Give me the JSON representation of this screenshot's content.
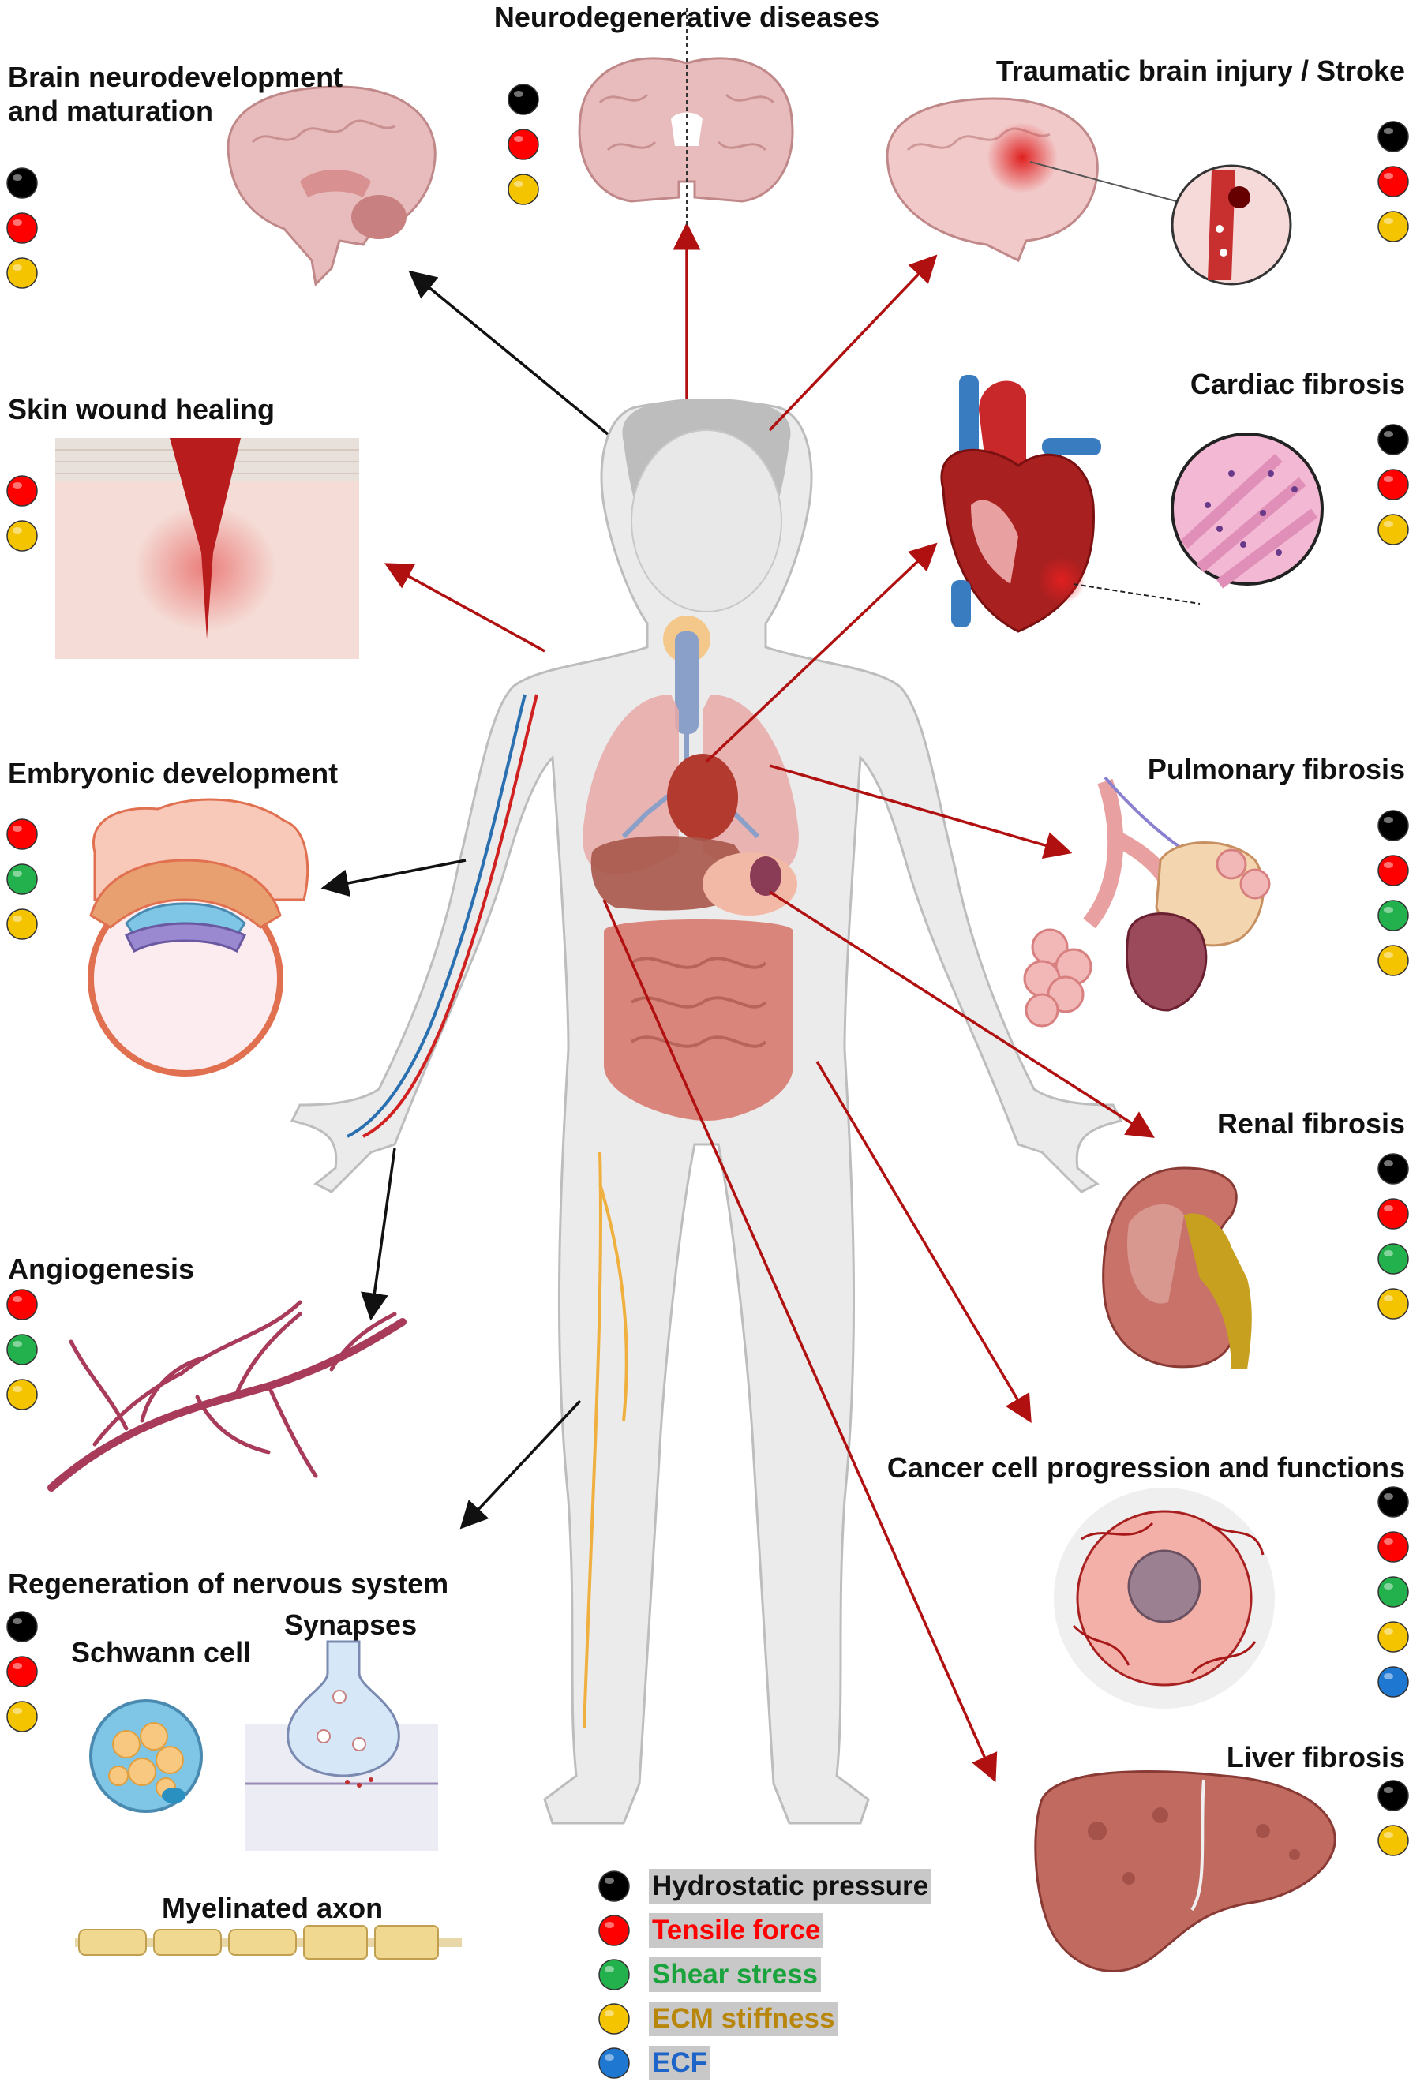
{
  "colors": {
    "hydrostatic": "#000000",
    "tensile": "#ff0000",
    "shear": "#22b14c",
    "stiffness": "#f5c400",
    "ecf": "#1e78d2",
    "arrow_red": "#b01010",
    "arrow_black": "#111111"
  },
  "legend": [
    {
      "key": "hydrostatic",
      "label": "Hydrostatic pressure",
      "text_color": "#111111"
    },
    {
      "key": "tensile",
      "label": "Tensile force",
      "text_color": "#ff0000"
    },
    {
      "key": "shear",
      "label": "Shear stress",
      "text_color": "#1aa33c"
    },
    {
      "key": "stiffness",
      "label": "ECM stiffness",
      "text_color": "#b8860b"
    },
    {
      "key": "ecf",
      "label": "ECF",
      "text_color": "#1e64c8"
    }
  ],
  "panels": [
    {
      "id": "neurodegenerative",
      "label": "Neurodegenerative diseases",
      "forces": [
        "hydrostatic",
        "tensile",
        "stiffness"
      ]
    },
    {
      "id": "neurodevelopment",
      "label": "Brain neurodevelopment\nand maturation",
      "forces": [
        "hydrostatic",
        "tensile",
        "stiffness"
      ]
    },
    {
      "id": "tbi",
      "label": "Traumatic brain injury / Stroke",
      "forces": [
        "hydrostatic",
        "tensile",
        "stiffness"
      ]
    },
    {
      "id": "skin",
      "label": "Skin wound healing",
      "forces": [
        "tensile",
        "stiffness"
      ]
    },
    {
      "id": "cardiac",
      "label": "Cardiac fibrosis",
      "forces": [
        "hydrostatic",
        "tensile",
        "stiffness"
      ]
    },
    {
      "id": "embryonic",
      "label": "Embryonic development",
      "forces": [
        "tensile",
        "shear",
        "stiffness"
      ]
    },
    {
      "id": "pulmonary",
      "label": "Pulmonary fibrosis",
      "forces": [
        "hydrostatic",
        "tensile",
        "shear",
        "stiffness"
      ]
    },
    {
      "id": "renal",
      "label": "Renal fibrosis",
      "forces": [
        "hydrostatic",
        "tensile",
        "shear",
        "stiffness"
      ]
    },
    {
      "id": "angiogenesis",
      "label": "Angiogenesis",
      "forces": [
        "tensile",
        "shear",
        "stiffness"
      ]
    },
    {
      "id": "cancer",
      "label": "Cancer cell progression and functions",
      "forces": [
        "hydrostatic",
        "tensile",
        "shear",
        "stiffness",
        "ecf"
      ]
    },
    {
      "id": "nervous",
      "label": "Regeneration of nervous system",
      "forces": [
        "hydrostatic",
        "tensile",
        "stiffness"
      ]
    },
    {
      "id": "liver",
      "label": "Liver fibrosis",
      "forces": [
        "hydrostatic",
        "stiffness"
      ]
    }
  ],
  "sublabels": {
    "schwann": "Schwann cell",
    "synapses": "Synapses",
    "axon": "Myelinated axon"
  }
}
